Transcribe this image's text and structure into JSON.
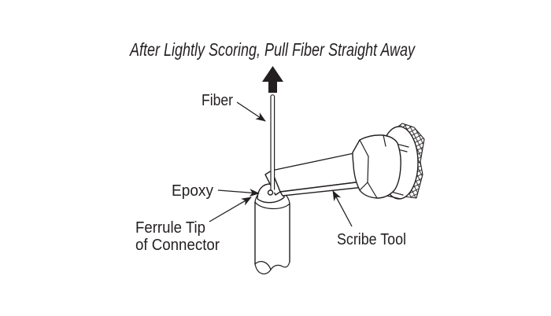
{
  "title": "After Lightly Scoring, Pull Fiber Straight Away",
  "labels": {
    "fiber": "Fiber",
    "epoxy": "Epoxy",
    "ferrule_tip_line1": "Ferrule Tip",
    "ferrule_tip_line2": "of Connector",
    "scribe_tool": "Scribe Tool"
  },
  "icons": {
    "pull_direction": "up-arrow"
  },
  "colors": {
    "background": "#ffffff",
    "ink": "#231f20"
  }
}
